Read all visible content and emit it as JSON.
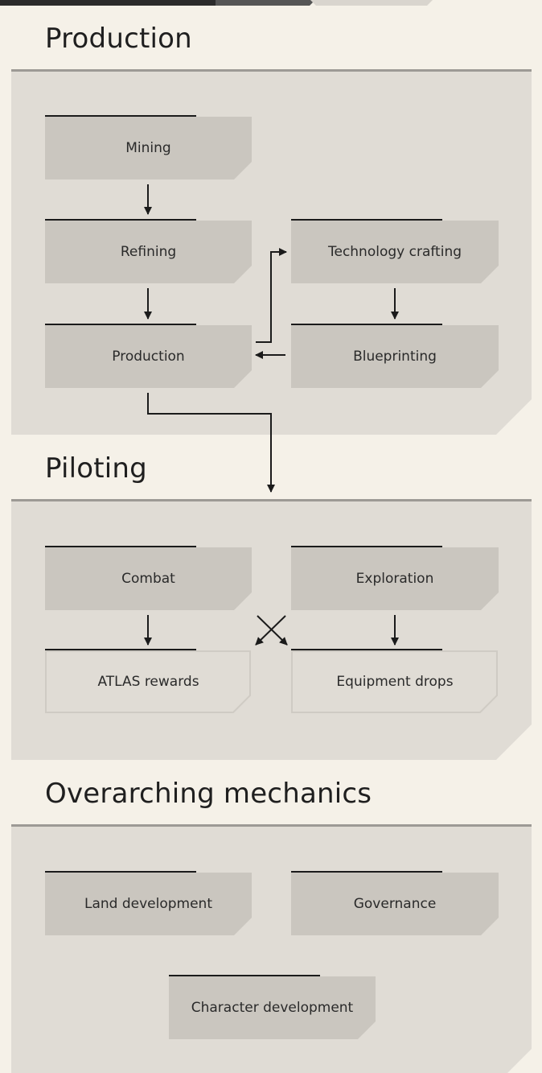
{
  "sections": {
    "production": {
      "title": "Production",
      "nodes": {
        "mining": "Mining",
        "refining": "Refining",
        "production": "Production",
        "technology_crafting": "Technology crafting",
        "blueprinting": "Blueprinting"
      }
    },
    "piloting": {
      "title": "Piloting",
      "nodes": {
        "combat": "Combat",
        "exploration": "Exploration",
        "atlas_rewards": "ATLAS rewards",
        "equipment_drops": "Equipment drops"
      }
    },
    "overarching": {
      "title": "Overarching mechanics",
      "nodes": {
        "land_development": "Land development",
        "governance": "Governance",
        "character_development": "Character development"
      }
    }
  },
  "colors": {
    "page_background": "#f5f1e8",
    "panel_background": "#e0dcd5",
    "panel_border": "#9d9a95",
    "node_fill": "#cac6bf",
    "node_outline": "#cfcbc4",
    "line": "#1b1b1b"
  }
}
